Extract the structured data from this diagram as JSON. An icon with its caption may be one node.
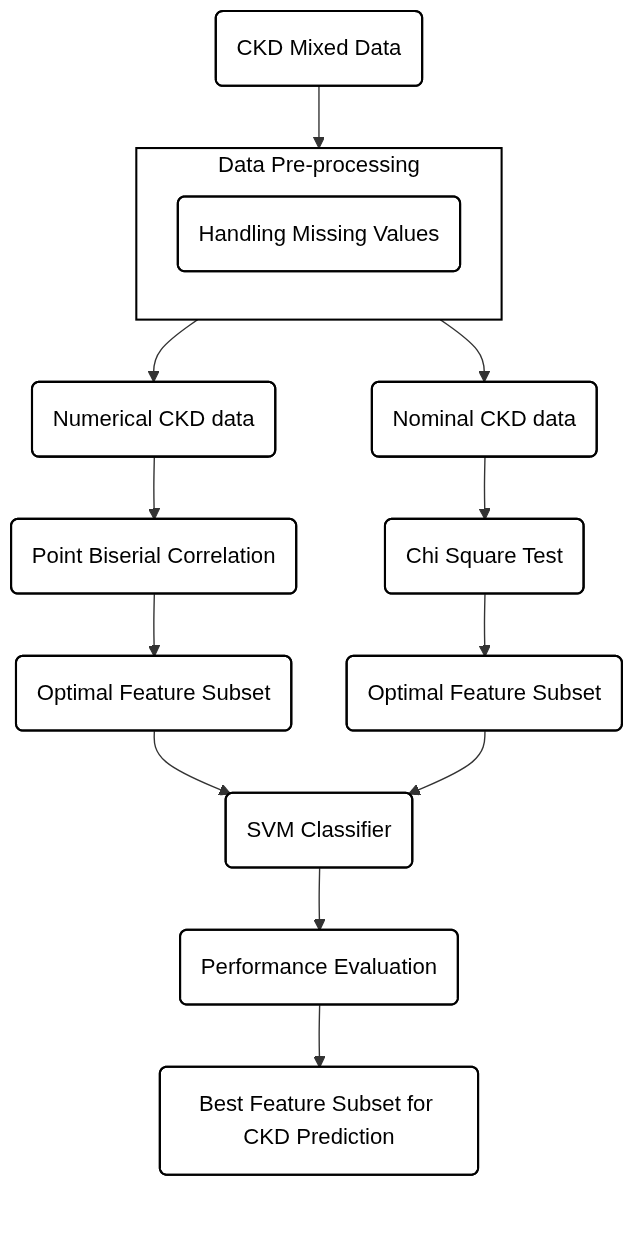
{
  "diagram": {
    "nodes": [
      {
        "text": [
          "CKD Mixed Data"
        ]
      },
      {
        "text": [
          "Data Pre-processing"
        ]
      },
      {
        "text": [
          "Handling Missing Values"
        ],
        "in": 1
      },
      {
        "text": [
          "Numerical CKD data"
        ]
      },
      {
        "text": [
          "Nominal CKD data"
        ]
      },
      {
        "text": [
          "Point Biserial Correlation"
        ]
      },
      {
        "text": [
          "Chi Square Test"
        ]
      },
      {
        "text": [
          "Optimal Feature Subset"
        ]
      },
      {
        "text": [
          "Optimal Feature Subset"
        ]
      },
      {
        "text": [
          "SVM Classifier"
        ]
      },
      {
        "text": [
          "Performance Evaluation"
        ]
      },
      {
        "text": [
          "Best Feature Subset for CKD Prediction"
        ]
      }
    ],
    "edges": [
      {
        "from": 0,
        "to": 1,
        "arrow": "to"
      },
      {
        "from": 1,
        "to": 3,
        "arrow": "to"
      },
      {
        "from": 1,
        "to": 4,
        "arrow": "to"
      },
      {
        "from": 3,
        "to": 5,
        "arrow": "to"
      },
      {
        "from": 4,
        "to": 6,
        "arrow": "to"
      },
      {
        "from": 5,
        "to": 7,
        "arrow": "to"
      },
      {
        "from": 6,
        "to": 8,
        "arrow": "to"
      },
      {
        "from": 7,
        "to": 9,
        "arrow": "to"
      },
      {
        "from": 8,
        "to": 9,
        "arrow": "to"
      },
      {
        "from": 9,
        "to": 10,
        "arrow": "to"
      },
      {
        "from": 10,
        "to": 11,
        "arrow": "to"
      }
    ]
  }
}
